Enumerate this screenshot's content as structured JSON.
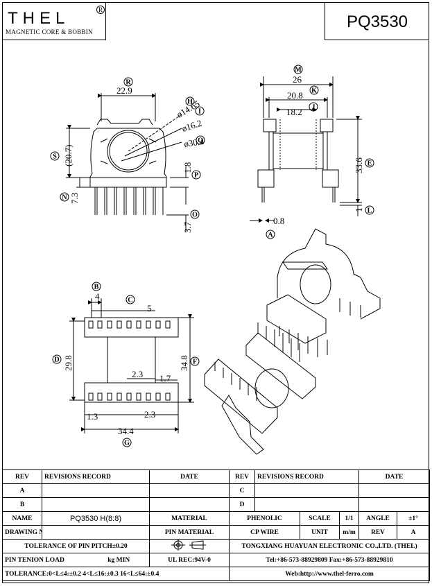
{
  "header": {
    "logo_text": "THEL",
    "logo_registered": "R",
    "logo_subtitle": "MAGNETIC CORE & BOBBIN",
    "part_number": "PQ3530"
  },
  "drawing": {
    "top_view": {
      "dim_R_width": "22.9",
      "dim_H_dia": "ø14.65",
      "dim_I_dia": "ø16.2",
      "dim_Q_dia": "ø30.4",
      "dim_S_height": "(20.7)",
      "dim_P": "1.8",
      "dim_N": "7.3",
      "dim_O": "3.7"
    },
    "side_view": {
      "dim_M": "26",
      "dim_K": "20.8",
      "dim_J": "18.2",
      "dim_E": "33.6",
      "dim_L": "1",
      "dim_A": "0.8"
    },
    "bottom_view": {
      "dim_B": "4",
      "dim_C": "5",
      "dim_D": "29.8",
      "dim_F": "34.8",
      "dim_mid": "2.3",
      "dim_right": "1.7",
      "dim_bl": "1.3",
      "dim_br": "2.3",
      "dim_G": "34.4"
    },
    "callouts": [
      "R",
      "H",
      "I",
      "Q",
      "S",
      "P",
      "N",
      "O",
      "M",
      "K",
      "J",
      "E",
      "L",
      "A",
      "B",
      "C",
      "D",
      "F",
      "G"
    ]
  },
  "title_block": {
    "rev_label": "REV",
    "revisions_record": "REVISIONS RECORD",
    "date_label": "DATE",
    "row_a": "A",
    "row_b": "B",
    "row_c": "C",
    "row_d": "D",
    "name_label": "NAME",
    "name_value": "PQ3530 H(8:8)",
    "material_label": "MATERIAL",
    "material_value": "PHENOLIC",
    "scale_label": "SCALE",
    "scale_value": "1/1",
    "angle_label": "ANGLE",
    "angle_value": "±1°",
    "drawing_no_label": "DRAWING NO",
    "pin_material_label": "PIN MATERIAL",
    "pin_material_value": "CP WIRE",
    "unit_label": "UNIT",
    "unit_value": "m/m",
    "rev2_label": "REV",
    "rev2_value": "A",
    "tolerance_pitch": "TOLERANCE OF PIN PITCH±0.20",
    "company": "TONGXIANG HUAYUAN ELECTRONIC CO.,LTD. (THEL)",
    "pin_tension": "PIN TENION LOAD",
    "kg_min": "kg MIN",
    "ul_rec": "UL REC:94V-0",
    "tel_fax": "Tel:+86-573-88929809 Fax:+86-573-88929810",
    "tolerance_line": "TOLERANCE:0<L≤4:±0.2  4<L≤16:±0.3  16<L≤64:±0.4",
    "web": "Web:http://www.thel-ferro.com"
  }
}
